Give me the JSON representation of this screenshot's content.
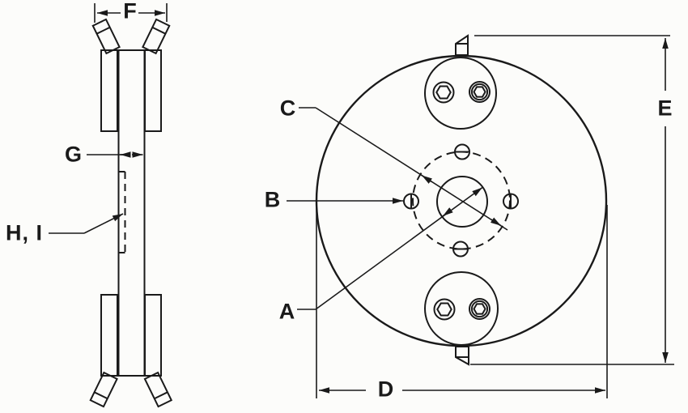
{
  "drawing": {
    "type": "technical-dimension-diagram",
    "views": [
      "side-profile",
      "front-circular"
    ],
    "labels": {
      "a": "A",
      "b": "B",
      "c": "C",
      "d": "D",
      "e": "E",
      "f": "F",
      "g": "G",
      "h_i": "H, I"
    }
  },
  "colors": {
    "line": "#1a1a1a",
    "background": "#fcfcfa"
  }
}
